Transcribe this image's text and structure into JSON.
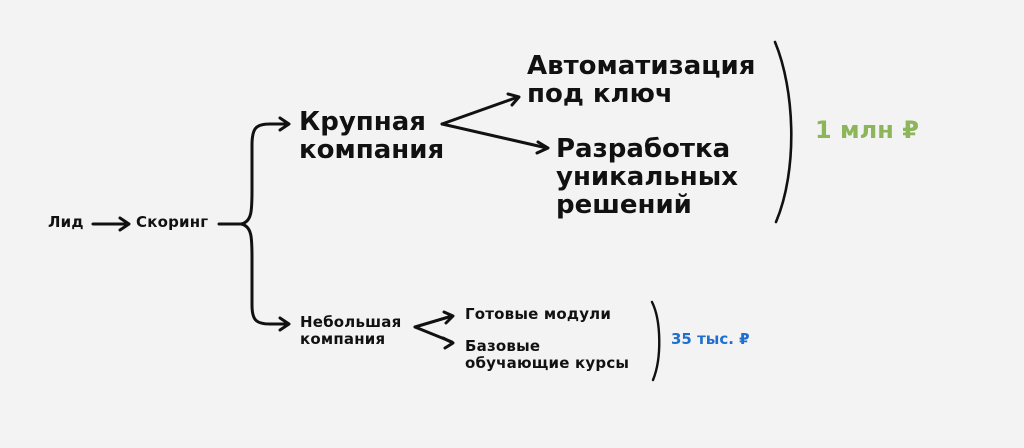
{
  "colors": {
    "background": "#f3f3f3",
    "ink": "#111111",
    "large_price": "#8db55a",
    "small_price": "#1f6fd1"
  },
  "nodes": {
    "lead": "Лид",
    "scoring": "Скоринг",
    "large_company": {
      "line1": "Крупная",
      "line2": "компания"
    },
    "turnkey_automation": {
      "line1": "Автоматизация",
      "line2": "под ключ"
    },
    "custom_solutions": {
      "line1": "Разработка",
      "line2": "уникальных",
      "line3": "решений"
    },
    "small_company": {
      "line1": "Небольшая",
      "line2": "компания"
    },
    "ready_modules": "Готовые модули",
    "basic_courses": {
      "line1": "Базовые",
      "line2": "обучающие курсы"
    }
  },
  "prices": {
    "large": "1 млн ₽",
    "small": "35 тыс. ₽"
  }
}
